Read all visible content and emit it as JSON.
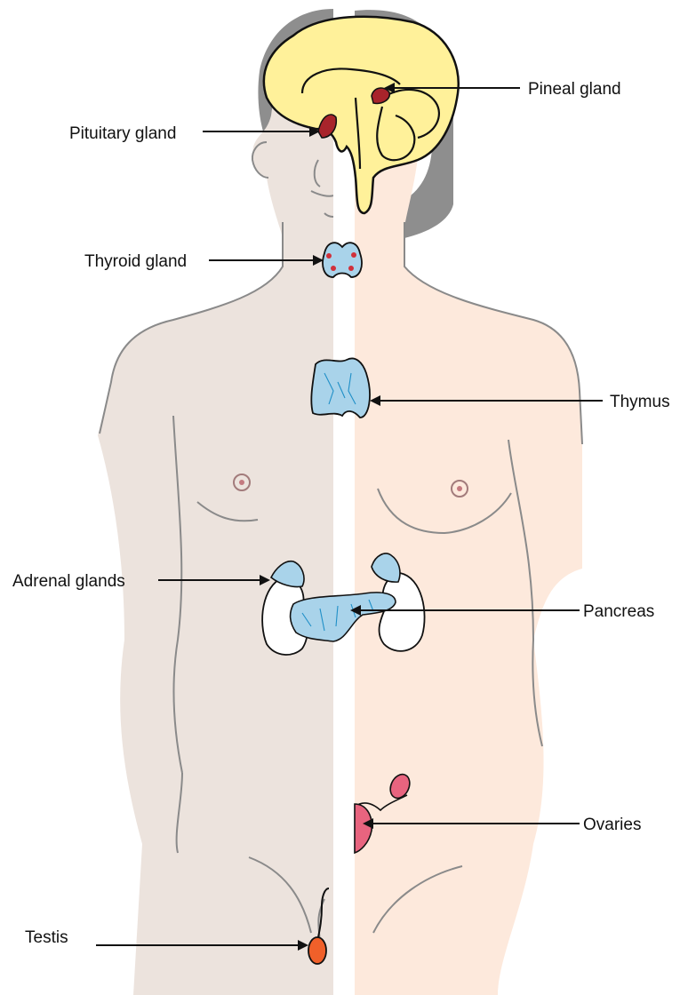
{
  "labels": {
    "pineal": "Pineal gland",
    "pituitary": "Pituitary gland",
    "thyroid": "Thyroid gland",
    "thymus": "Thymus",
    "adrenal": "Adrenal glands",
    "pancreas": "Pancreas",
    "ovaries": "Ovaries",
    "testis": "Testis"
  },
  "colors": {
    "male_skin": "#ece3dd",
    "female_skin": "#fde9dc",
    "hair": "#8e8e8e",
    "brain": "#fff19a",
    "gland_red": "#a8242b",
    "gland_blue": "#a9d3ea",
    "kidney": "#ffffff",
    "ovary_pink": "#e8647f",
    "testis_orange": "#f0602a"
  }
}
